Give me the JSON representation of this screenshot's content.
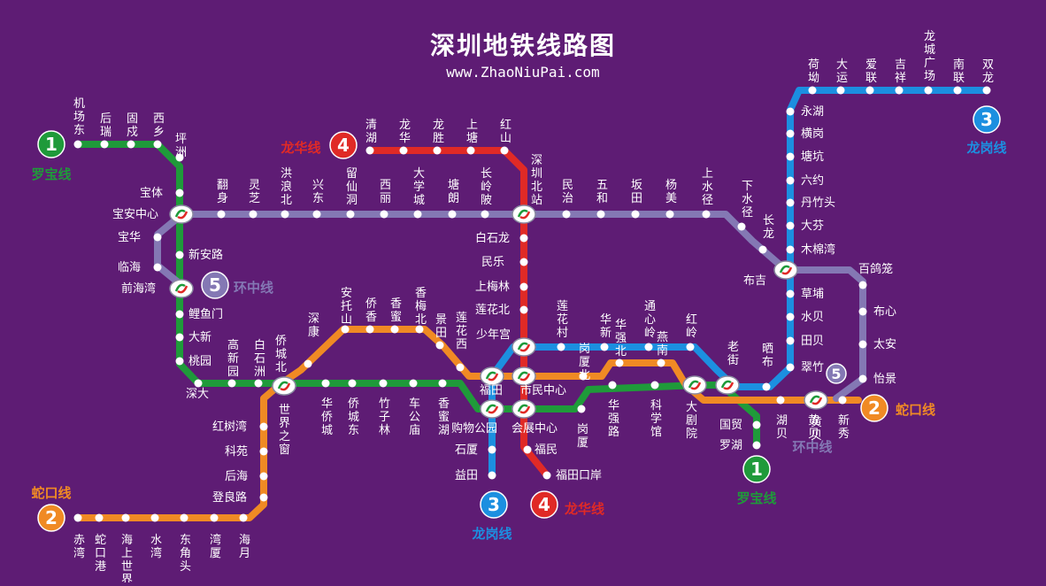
{
  "title": "深圳地铁线路图",
  "subtitle": "www.ZhaoNiuPai.com",
  "colors": {
    "background": "#5e1c74",
    "line1": "#1f9a3a",
    "line2": "#f08a24",
    "line3": "#1c8fe0",
    "line4": "#e02a26",
    "line5": "#8478b4"
  },
  "lines": [
    {
      "id": "1",
      "name": "罗宝线",
      "color": "#1f9a3a"
    },
    {
      "id": "2",
      "name": "蛇口线",
      "color": "#f08a24"
    },
    {
      "id": "3",
      "name": "龙岗线",
      "color": "#1c8fe0"
    },
    {
      "id": "4",
      "name": "龙华线",
      "color": "#e02a26"
    },
    {
      "id": "5",
      "name": "环中线",
      "color": "#8478b4"
    }
  ],
  "stations": {
    "line1": [
      "机场东",
      "后瑞",
      "固戍",
      "西乡",
      "坪洲",
      "宝体",
      "宝安中心",
      "新安路",
      "前海湾",
      "鲤鱼门",
      "大新",
      "桃园",
      "深大",
      "高新园",
      "白石洲",
      "侨城北",
      "世界之窗",
      "华侨城",
      "侨城东",
      "竹子林",
      "车公庙",
      "香蜜湖",
      "购物公园",
      "会展中心",
      "岗厦",
      "华强路",
      "科学馆",
      "大剧院",
      "老街",
      "国贸",
      "罗湖"
    ],
    "line2": [
      "赤湾",
      "蛇口港",
      "海上世界",
      "水湾",
      "东角头",
      "湾厦",
      "海月",
      "登良路",
      "后海",
      "科苑",
      "红树湾",
      "世界之窗",
      "侨城北",
      "深康",
      "安托山",
      "侨香",
      "香蜜",
      "香梅北",
      "景田",
      "莲花西",
      "福田",
      "市民中心",
      "岗厦北",
      "华强北",
      "燕南",
      "大剧院",
      "湖贝",
      "黄贝",
      "新秀"
    ],
    "line3": [
      "益田",
      "石厦",
      "购物公园",
      "福田",
      "少年宫",
      "莲花村",
      "华新",
      "通心岭",
      "红岭",
      "老街",
      "晒布",
      "翠竹",
      "田贝",
      "水贝",
      "草埔",
      "布吉",
      "木棉湾",
      "大芬",
      "丹竹头",
      "六约",
      "塘坑",
      "横岗",
      "永湖",
      "荷坳",
      "大运",
      "爱联",
      "吉祥",
      "龙城广场",
      "南联",
      "双龙"
    ],
    "line4": [
      "福田口岸",
      "福民",
      "会展中心",
      "市民中心",
      "少年宫",
      "莲花北",
      "上梅林",
      "民乐",
      "白石龙",
      "深圳北站",
      "红山",
      "上塘",
      "龙胜",
      "龙华",
      "清湖"
    ],
    "line5": [
      "前海湾",
      "临海",
      "宝华",
      "宝安中心",
      "翻身",
      "灵芝",
      "洪浪北",
      "兴东",
      "留仙洞",
      "西丽",
      "大学城",
      "塘朗",
      "长岭陂",
      "深圳北站",
      "民治",
      "五和",
      "坂田",
      "杨美",
      "上水径",
      "下水径",
      "长龙",
      "布吉",
      "百鸽笼",
      "布心",
      "太安",
      "怡景",
      "黄贝"
    ]
  }
}
